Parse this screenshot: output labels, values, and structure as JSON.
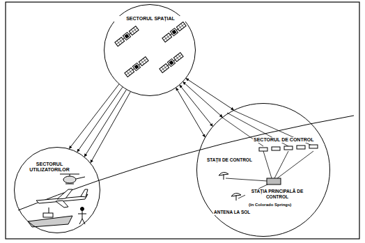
{
  "diagram": {
    "nodes": [
      {
        "text": [
          "SECTORUL SPAȚIAL"
        ]
      },
      {
        "text": [
          "SECTORUL UTILIZATORILOR"
        ]
      },
      {
        "text": [
          "SECTORUL DE CONTROL"
        ]
      }
    ],
    "edges": [
      {
        "from": 0,
        "to": 1,
        "arrow": "to"
      },
      {
        "from": 0,
        "to": 2,
        "arrow": "both"
      }
    ],
    "labels": [
      "STAȚII DE CONTROL",
      "STAȚIA PRINCIPALĂ DE CONTROL",
      "(în Colorado Springs)",
      "ANTENA LA SOL"
    ]
  }
}
